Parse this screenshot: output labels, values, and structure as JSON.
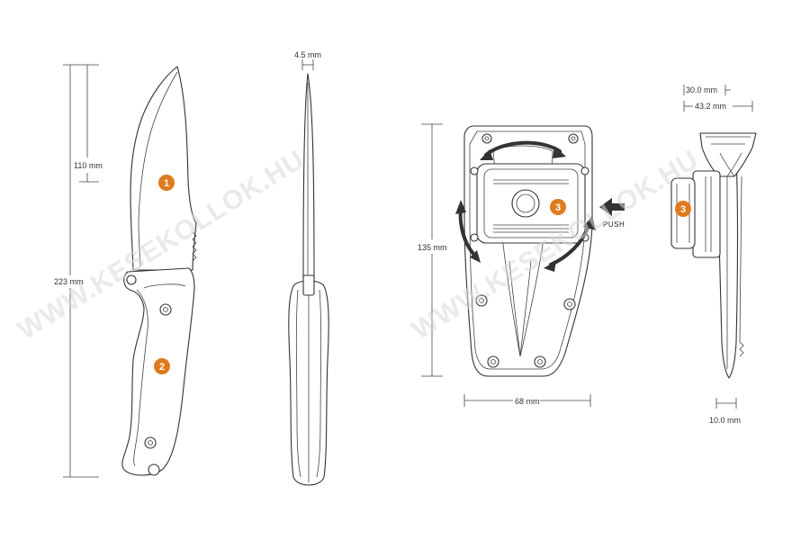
{
  "watermark": {
    "left": "WWW.KESEKOLLOK.HU",
    "right": "WWW.KESEKOLLOK.HU"
  },
  "dimensions": {
    "blade_length": "110 mm",
    "overall_length": "223 mm",
    "thickness": "4.5 mm",
    "sheath_height": "135 mm",
    "sheath_width": "68 mm",
    "clip_width": "30.0 mm",
    "clip_depth": "43.2 mm",
    "sheath_thickness": "10.0 mm"
  },
  "labels": {
    "push": "PUSH"
  },
  "callouts": [
    "1",
    "2",
    "3",
    "3"
  ],
  "colors": {
    "badge": "#e07a1e",
    "line": "#333333"
  }
}
